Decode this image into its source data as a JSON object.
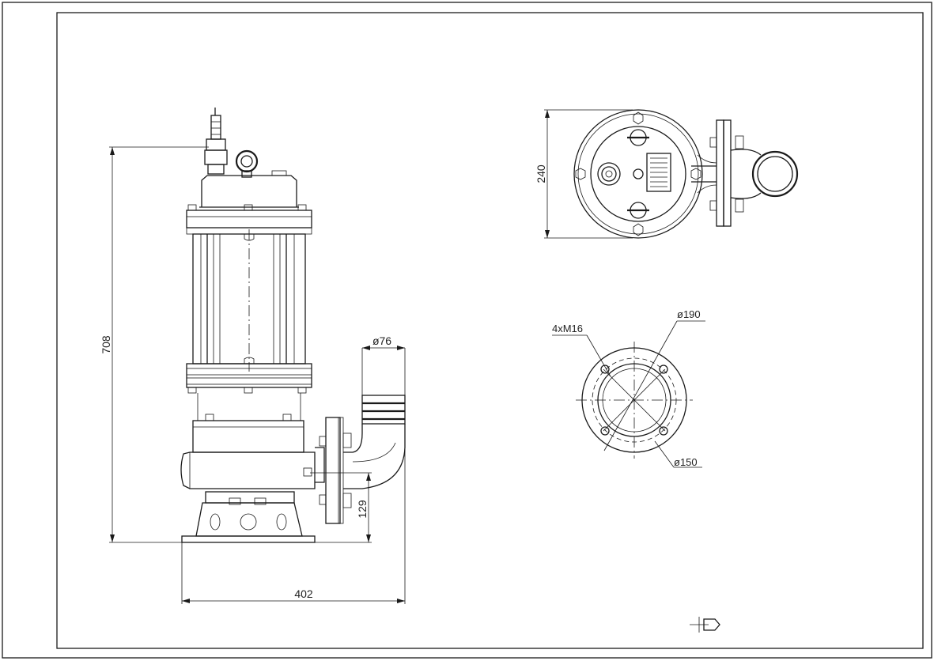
{
  "drawing": {
    "dimensions": {
      "overall_height": "708",
      "overall_width": "402",
      "outlet_height": "129",
      "outlet_diameter": "ø76",
      "top_view_depth": "240",
      "flange_outer_diameter": "ø190",
      "flange_bolt_circle": "ø150",
      "flange_bolts": "4xM16"
    }
  }
}
